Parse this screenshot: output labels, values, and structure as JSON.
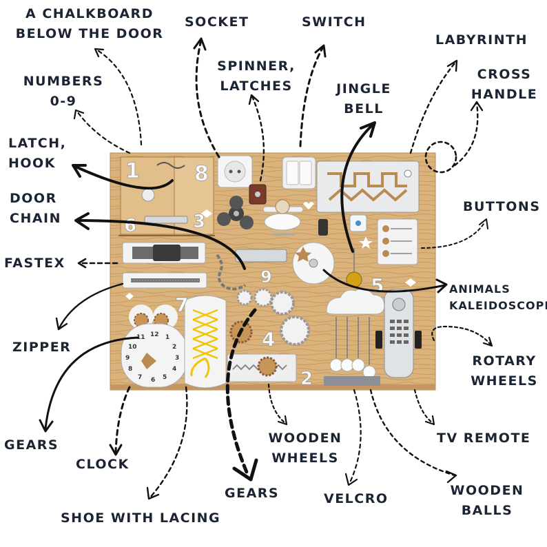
{
  "labels": {
    "chalkboard_line1": "A CHALKBOARD",
    "chalkboard_line2": "BELOW THE DOOR",
    "socket": "SOCKET",
    "switch": "SWITCH",
    "labyrinth": "LABYRINTH",
    "numbers_line1": "NUMBERS",
    "numbers_line2": "0-9",
    "spinner_line1": "SPINNER,",
    "spinner_line2": "LATCHES",
    "jingle_line1": "JINGLE",
    "jingle_line2": "BELL",
    "cross_line1": "CROSS",
    "cross_line2": "HANDLE",
    "latch_line1": "LATCH,",
    "latch_line2": "HOOK",
    "door_line1": "DOOR",
    "door_line2": "CHAIN",
    "buttons": "BUTTONS",
    "fastex": "FASTEX",
    "animals_line1": "ANIMALS",
    "animals_line2": "KALEIDOSCOPE",
    "zipper": "ZIPPER",
    "rotary_line1": "ROTARY",
    "rotary_line2": "WHEELS",
    "gears_left": "GEARS",
    "clock": "CLOCK",
    "wooden_wheels_line1": "WOODEN",
    "wooden_wheels_line2": "WHEELS",
    "tv_remote": "TV REMOTE",
    "gears_bottom": "GEARS",
    "velcro": "VELCRO",
    "wooden_balls_line1": "WOODEN",
    "wooden_balls_line2": "BALLS",
    "shoe_lacing": "SHOE WITH LACING"
  },
  "board_numbers": {
    "n1": "1",
    "n8": "8",
    "n6": "6",
    "n3": "3",
    "n9": "9",
    "n7": "7",
    "n5": "5",
    "n4": "4",
    "n2": "2",
    "clock_12": "12",
    "clock_11": "11",
    "clock_1": "1",
    "clock_10": "10",
    "clock_2": "2",
    "clock_9": "9",
    "clock_3": "3",
    "clock_8": "8",
    "clock_4": "4",
    "clock_7": "7",
    "clock_5": "5",
    "clock_6": "6"
  },
  "colors": {
    "text": "#1b2433",
    "arrow": "#111111",
    "wood": "#d8b07a",
    "wood_dark": "#b98a52",
    "white_part": "#f2f2f2",
    "silver": "#c9cdd2",
    "gold": "#d4a017",
    "lace": "#f2c500",
    "brown": "#8a5a34"
  }
}
